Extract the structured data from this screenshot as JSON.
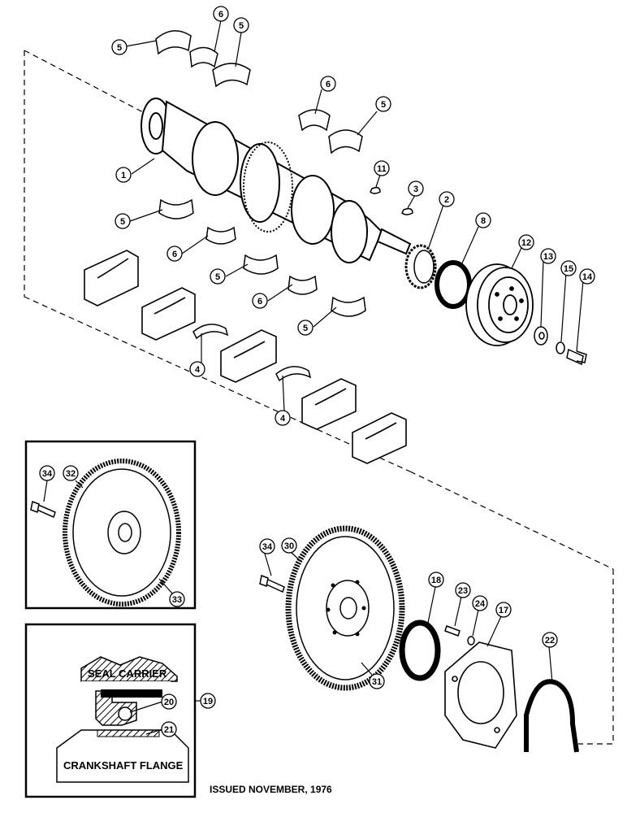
{
  "caption": "ISSUED NOVEMBER, 1976",
  "inset_labels": {
    "seal_carrier": "SEAL CARRIER",
    "crankshaft_flange": "CRANKSHAFT FLANGE"
  },
  "callouts": {
    "c5a": "5",
    "c6a": "6",
    "c5b": "5",
    "c6b": "6",
    "c5c": "5",
    "c1": "1",
    "c11": "11",
    "c3": "3",
    "c2": "2",
    "c8": "8",
    "c12": "12",
    "c13": "13",
    "c15": "15",
    "c14": "14",
    "c5d": "5",
    "c6c": "6",
    "c5e": "5",
    "c6d": "6",
    "c5f": "5",
    "c4a": "4",
    "c4b": "4",
    "c34a": "34",
    "c32": "32",
    "c33": "33",
    "c34b": "34",
    "c30": "30",
    "c31": "31",
    "c18": "18",
    "c23": "23",
    "c24": "24",
    "c17": "17",
    "c22": "22",
    "c19": "19",
    "c20": "20",
    "c21": "21"
  }
}
